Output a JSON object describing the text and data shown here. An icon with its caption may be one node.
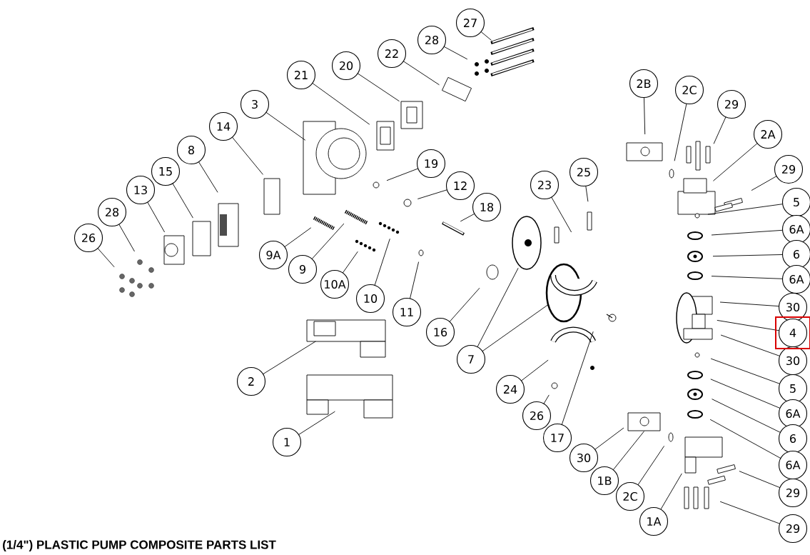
{
  "diagram": {
    "title": "(1/4\") PLASTIC PUMP COMPOSITE PARTS LIST",
    "nodes": [
      {
        "text": [
          "27"
        ]
      },
      {
        "text": [
          "28"
        ]
      },
      {
        "text": [
          "22"
        ]
      },
      {
        "text": [
          "20"
        ]
      },
      {
        "text": [
          "21"
        ]
      },
      {
        "text": [
          "3"
        ]
      },
      {
        "text": [
          "14"
        ]
      },
      {
        "text": [
          "8"
        ]
      },
      {
        "text": [
          "15"
        ]
      },
      {
        "text": [
          "13"
        ]
      },
      {
        "text": [
          "28"
        ]
      },
      {
        "text": [
          "26"
        ]
      },
      {
        "text": [
          "19"
        ]
      },
      {
        "text": [
          "12"
        ]
      },
      {
        "text": [
          "18"
        ]
      },
      {
        "text": [
          "9A"
        ]
      },
      {
        "text": [
          "9"
        ]
      },
      {
        "text": [
          "10A"
        ]
      },
      {
        "text": [
          "10"
        ]
      },
      {
        "text": [
          "11"
        ]
      },
      {
        "text": [
          "16"
        ]
      },
      {
        "text": [
          "7"
        ]
      },
      {
        "text": [
          "25"
        ]
      },
      {
        "text": [
          "23"
        ]
      },
      {
        "text": [
          "2B"
        ]
      },
      {
        "text": [
          "2C"
        ]
      },
      {
        "text": [
          "29"
        ]
      },
      {
        "text": [
          "2A"
        ]
      },
      {
        "text": [
          "29"
        ]
      },
      {
        "text": [
          "5"
        ]
      },
      {
        "text": [
          "6A"
        ]
      },
      {
        "text": [
          "6"
        ]
      },
      {
        "text": [
          "6A"
        ]
      },
      {
        "text": [
          "30"
        ]
      },
      {
        "text": [
          "4"
        ]
      },
      {
        "text": [
          "30"
        ]
      },
      {
        "text": [
          "5"
        ]
      },
      {
        "text": [
          "6A"
        ]
      },
      {
        "text": [
          "6"
        ]
      },
      {
        "text": [
          "6A"
        ]
      },
      {
        "text": [
          "29"
        ]
      },
      {
        "text": [
          "29"
        ]
      },
      {
        "text": [
          "1A"
        ]
      },
      {
        "text": [
          "2C"
        ]
      },
      {
        "text": [
          "1B"
        ]
      },
      {
        "text": [
          "30"
        ]
      },
      {
        "text": [
          "17"
        ]
      },
      {
        "text": [
          "26"
        ]
      },
      {
        "text": [
          "24"
        ]
      },
      {
        "text": [
          "2"
        ]
      },
      {
        "text": [
          "1"
        ]
      }
    ],
    "edges": [
      {
        "from": 0,
        "to": null,
        "arrow": "none"
      },
      {
        "from": 1,
        "to": null,
        "arrow": "none"
      },
      {
        "from": 2,
        "to": null,
        "arrow": "none"
      },
      {
        "from": 3,
        "to": null,
        "arrow": "none"
      },
      {
        "from": 4,
        "to": null,
        "arrow": "none"
      },
      {
        "from": 5,
        "to": null,
        "arrow": "none"
      },
      {
        "from": 6,
        "to": null,
        "arrow": "none"
      },
      {
        "from": 7,
        "to": null,
        "arrow": "none"
      },
      {
        "from": 8,
        "to": null,
        "arrow": "none"
      },
      {
        "from": 9,
        "to": null,
        "arrow": "none"
      },
      {
        "from": 10,
        "to": null,
        "arrow": "none"
      },
      {
        "from": 11,
        "to": null,
        "arrow": "none"
      },
      {
        "from": 12,
        "to": null,
        "arrow": "none"
      },
      {
        "from": 13,
        "to": null,
        "arrow": "none"
      },
      {
        "from": 14,
        "to": null,
        "arrow": "none"
      },
      {
        "from": 15,
        "to": null,
        "arrow": "none"
      },
      {
        "from": 16,
        "to": null,
        "arrow": "none"
      },
      {
        "from": 17,
        "to": null,
        "arrow": "none"
      },
      {
        "from": 18,
        "to": null,
        "arrow": "none"
      },
      {
        "from": 19,
        "to": null,
        "arrow": "none"
      },
      {
        "from": 20,
        "to": null,
        "arrow": "none"
      },
      {
        "from": 21,
        "to": null,
        "arrow": "none"
      },
      {
        "from": 21,
        "to": null,
        "arrow": "none"
      },
      {
        "from": 22,
        "to": null,
        "arrow": "none"
      },
      {
        "from": 23,
        "to": null,
        "arrow": "none"
      },
      {
        "from": 24,
        "to": null,
        "arrow": "none"
      },
      {
        "from": 25,
        "to": null,
        "arrow": "none"
      },
      {
        "from": 26,
        "to": null,
        "arrow": "none"
      },
      {
        "from": 27,
        "to": null,
        "arrow": "none"
      },
      {
        "from": 28,
        "to": null,
        "arrow": "none"
      },
      {
        "from": 29,
        "to": null,
        "arrow": "none"
      },
      {
        "from": 30,
        "to": null,
        "arrow": "none"
      },
      {
        "from": 31,
        "to": null,
        "arrow": "none"
      },
      {
        "from": 32,
        "to": null,
        "arrow": "none"
      },
      {
        "from": 33,
        "to": null,
        "arrow": "none"
      },
      {
        "from": 34,
        "to": null,
        "arrow": "none"
      },
      {
        "from": 35,
        "to": null,
        "arrow": "none"
      },
      {
        "from": 36,
        "to": null,
        "arrow": "none"
      },
      {
        "from": 37,
        "to": null,
        "arrow": "none"
      },
      {
        "from": 38,
        "to": null,
        "arrow": "none"
      },
      {
        "from": 39,
        "to": null,
        "arrow": "none"
      },
      {
        "from": 40,
        "to": null,
        "arrow": "none"
      },
      {
        "from": 41,
        "to": null,
        "arrow": "none"
      },
      {
        "from": 42,
        "to": null,
        "arrow": "none"
      },
      {
        "from": 43,
        "to": null,
        "arrow": "none"
      },
      {
        "from": 44,
        "to": null,
        "arrow": "none"
      },
      {
        "from": 45,
        "to": null,
        "arrow": "none"
      },
      {
        "from": 46,
        "to": null,
        "arrow": "none"
      },
      {
        "from": 47,
        "to": null,
        "arrow": "none"
      },
      {
        "from": 48,
        "to": null,
        "arrow": "none"
      },
      {
        "from": 49,
        "to": null,
        "arrow": "none"
      },
      {
        "from": 50,
        "to": null,
        "arrow": "none"
      }
    ]
  }
}
